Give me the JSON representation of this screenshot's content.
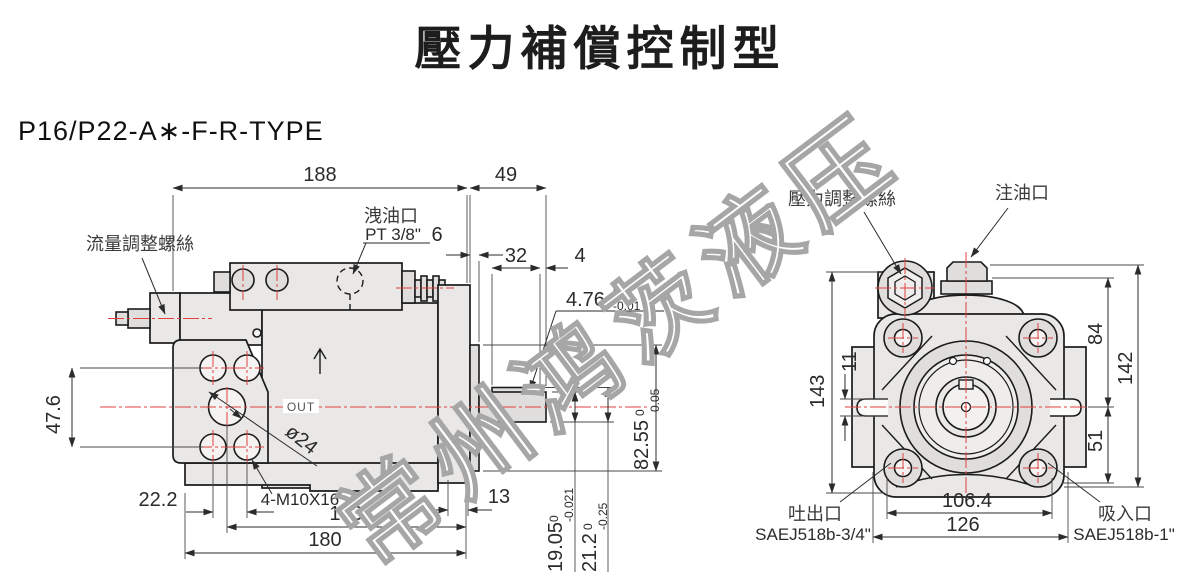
{
  "page": {
    "title": "壓力補償控制型",
    "model": "P16/P22-A∗-F-R-TYPE",
    "watermark": "常州鸿茨液压"
  },
  "left_view": {
    "labels": {
      "flow_screw": "流量調整螺絲",
      "drain_port": "洩油口",
      "drain_port_thread": "PT 3/8\"",
      "out": "OUT",
      "holes": "4-M10X16",
      "port_dia": "ø24"
    },
    "dims": {
      "overall_width": "188",
      "shaft_len": "49",
      "spigot_len": "6",
      "key_len": "32",
      "key_gap": "4",
      "key_w": "4.76",
      "key_w_sup": "0",
      "key_w_sub": "-0.01",
      "hole_span_v": "47.6",
      "hole_span_h": "22.2",
      "mount_len": "153",
      "base_len": "180",
      "flange_t": "13",
      "shaft_d": "19.05",
      "shaft_d_sup": "0",
      "shaft_d_sub": "-0.021",
      "key_h": "21.2",
      "key_h_sup": "0",
      "key_h_sub": "-0.25",
      "pilot_d": "82.55",
      "pilot_d_sup": "0",
      "pilot_d_sub": "-0.05"
    }
  },
  "right_view": {
    "labels": {
      "pressure_screw": "壓力調整螺絲",
      "fill_port": "注油口",
      "outlet": "吐出口",
      "outlet_flange": "SAEJ518b-3/4\"",
      "inlet": "吸入口",
      "inlet_flange": "SAEJ518b-1\""
    },
    "dims": {
      "height": "143",
      "slot": "11",
      "upper": "84",
      "lower": "51",
      "overall_h": "142",
      "bolt_span": "106.4",
      "overall_w": "126"
    }
  }
}
